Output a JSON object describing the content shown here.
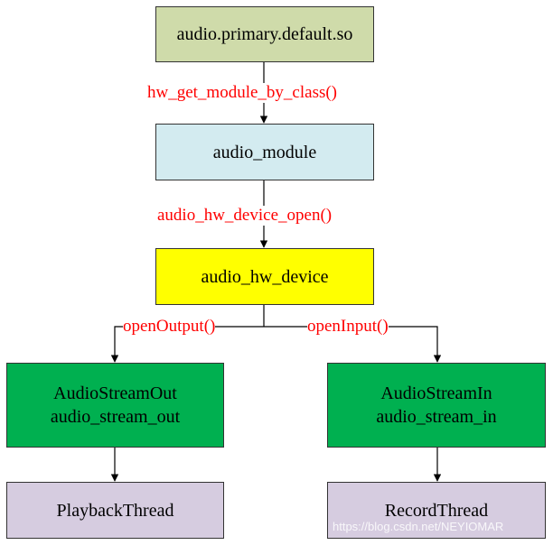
{
  "nodes": {
    "shared_object": "audio.primary.default.so",
    "audio_module": "audio_module",
    "audio_hw_device": "audio_hw_device",
    "stream_out": [
      "AudioStreamOut",
      "audio_stream_out"
    ],
    "stream_in": [
      "AudioStreamIn",
      "audio_stream_in"
    ],
    "playback_thread": "PlaybackThread",
    "record_thread": "RecordThread"
  },
  "edges": {
    "get_module": "hw_get_module_by_class()",
    "device_open": "audio_hw_device_open()",
    "open_output": "openOutput()",
    "open_input": "openInput()"
  },
  "colors": {
    "shared_object": "#cfdbaa",
    "audio_module": "#d3ebf0",
    "audio_hw_device": "#ffff00",
    "streams": "#00b050",
    "threads": "#d6cce0",
    "edge_labels": "#ff0000"
  },
  "watermark": "https://blog.csdn.net/NEYIOMAR"
}
